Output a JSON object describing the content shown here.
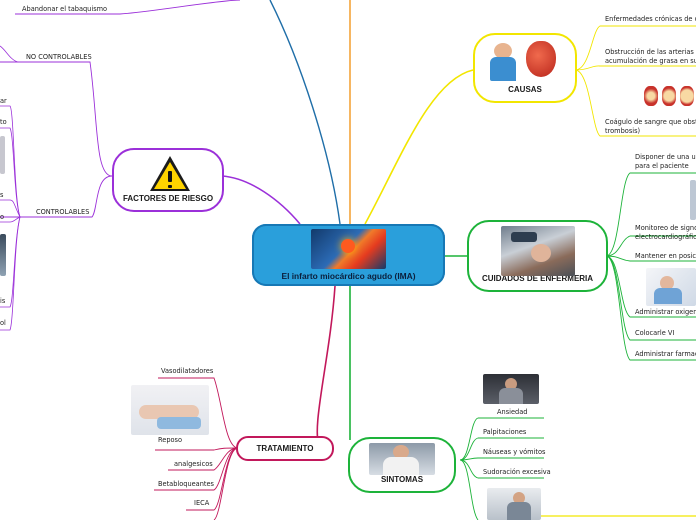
{
  "central_topic": {
    "title": "El infarto miocárdico agudo (IMA)",
    "color": "#2a9fdb"
  },
  "branches": {
    "factores": {
      "title": "FACTORES DE RIESGO",
      "color": "#9b30d9",
      "top_item": "Abandonar el tabaquismo",
      "groups": [
        {
          "label": "NO CONTROLABLES"
        },
        {
          "label": "CONTROLABLES",
          "items": [
            "ar",
            "to",
            "s",
            "o",
            "is",
            "ol"
          ]
        }
      ]
    },
    "tratamiento": {
      "title": "TRATAMIENTO",
      "color": "#c2185b",
      "items": [
        "Vasodilatadores",
        "Reposo",
        "analgesicos",
        "Betabloqueantes",
        "IECA"
      ]
    },
    "causas": {
      "title": "CAUSAS",
      "color": "#f2e600",
      "items": [
        "Enfermedades crónicas de coraz",
        "Obstrucción de las arterias coron",
        "acumulación de grasa en sus par",
        "Coágulo de sangre que obstruye",
        "trombosis)"
      ]
    },
    "cuidados": {
      "title": "CUIDADOS DE ENFERMERIA",
      "color": "#1db33a",
      "items": [
        "Disponer de una unid",
        "para el paciente",
        "Monitoreo de signos v",
        "electrocardiográfico p",
        "Mantener en posicion",
        "Administrar oxigeno",
        "Colocarle VI",
        "Administrar farmacos"
      ]
    },
    "sintomas": {
      "title": "SINTOMAS",
      "color": "#1db33a",
      "items": [
        "Ansiedad",
        "Palpitaciones",
        "Náuseas y vómitos",
        "Sudoración excesiva"
      ]
    }
  }
}
